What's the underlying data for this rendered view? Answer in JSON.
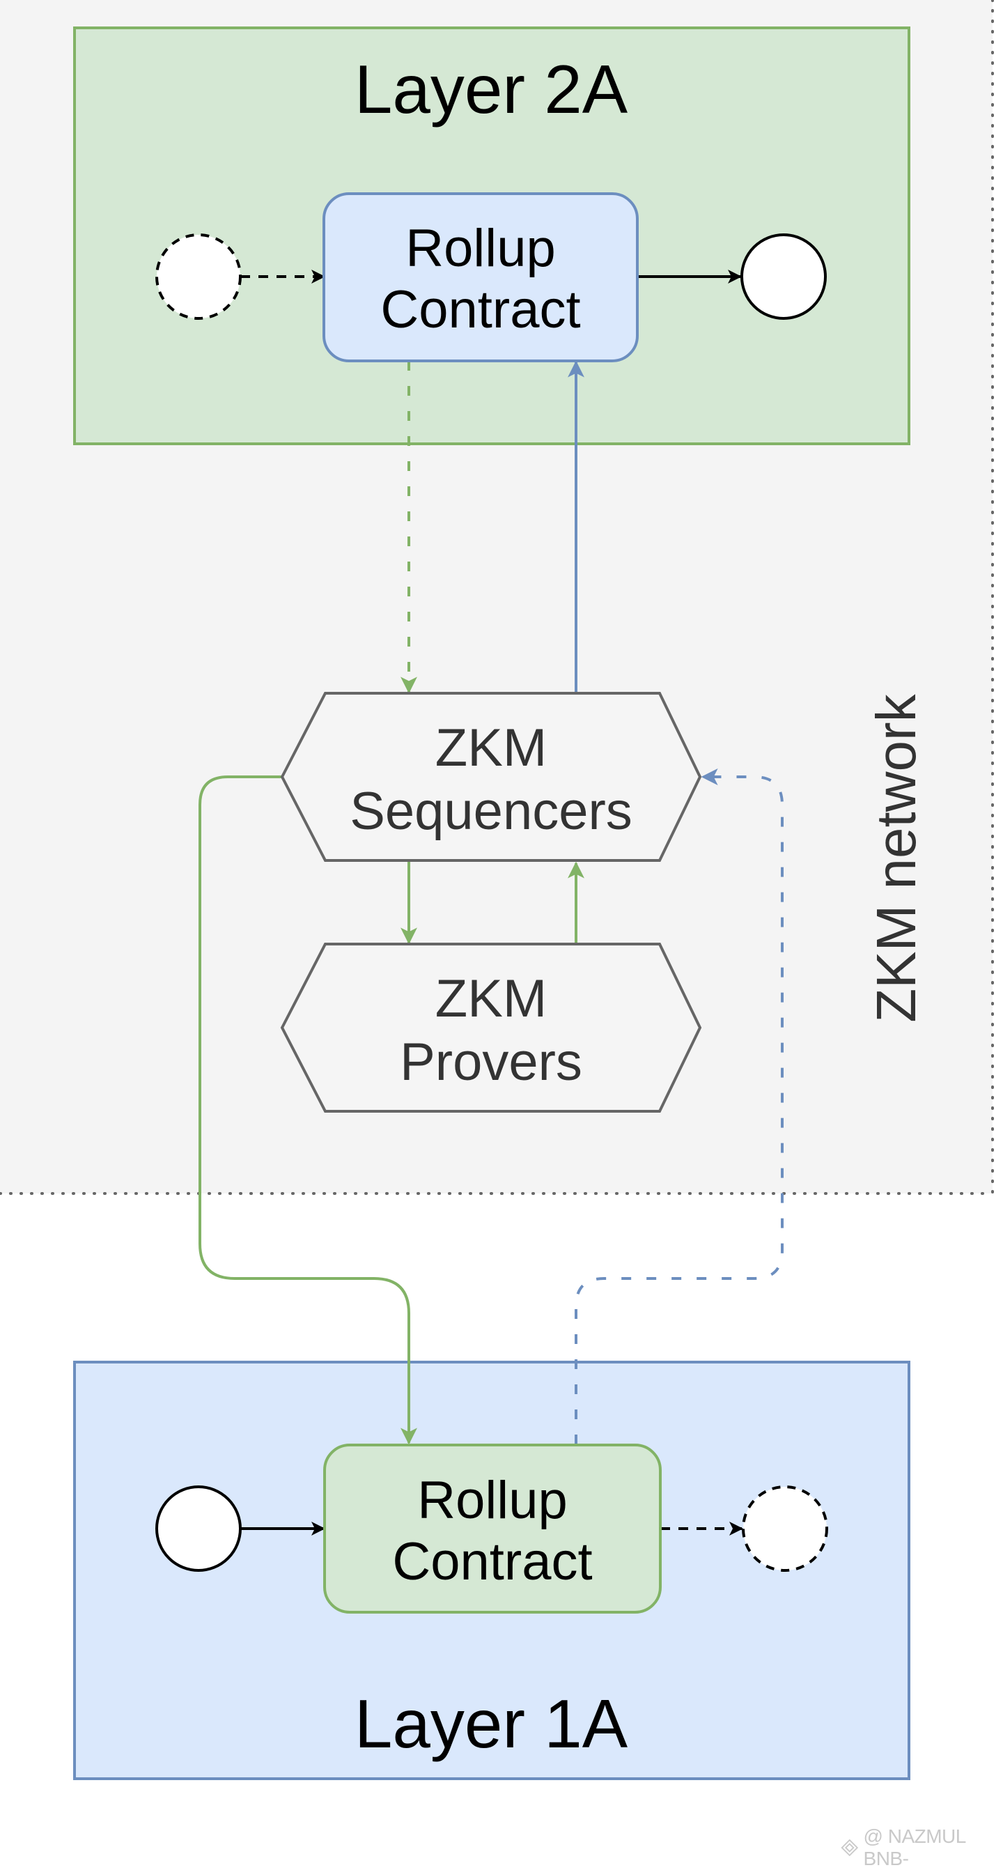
{
  "diagram": {
    "title": "ZKM network rollup architecture",
    "regions": {
      "zkm_network": {
        "label": "ZKM network",
        "border_style": "dotted",
        "fill": "#f4f4f4",
        "border": "#555555"
      }
    },
    "layers": [
      {
        "id": "layer2a",
        "label": "Layer 2A",
        "fill": "#d5e8d4",
        "border": "#82b366"
      },
      {
        "id": "layer1a",
        "label": "Layer 1A",
        "fill": "#dae8fc",
        "border": "#6c8ebf"
      }
    ],
    "nodes": [
      {
        "id": "rollup2a",
        "label_lines": [
          "Rollup",
          "Contract"
        ],
        "layer": "layer2a",
        "fill": "#dae8fc",
        "border": "#6c8ebf",
        "shape": "rounded-rect"
      },
      {
        "id": "rollup1a",
        "label_lines": [
          "Rollup",
          "Contract"
        ],
        "layer": "layer1a",
        "fill": "#d5e8d4",
        "border": "#82b366",
        "shape": "rounded-rect"
      },
      {
        "id": "sequencers",
        "label_lines": [
          "ZKM",
          "Sequencers"
        ],
        "shape": "hexagon",
        "fill": "#f5f5f5",
        "border": "#666666"
      },
      {
        "id": "provers",
        "label_lines": [
          "ZKM",
          "Provers"
        ],
        "shape": "hexagon",
        "fill": "#f5f5f5",
        "border": "#666666"
      },
      {
        "id": "l2a_in",
        "shape": "circle",
        "style": "dashed"
      },
      {
        "id": "l2a_out",
        "shape": "circle",
        "style": "solid"
      },
      {
        "id": "l1a_in",
        "shape": "circle",
        "style": "solid"
      },
      {
        "id": "l1a_out",
        "shape": "circle",
        "style": "dashed"
      }
    ],
    "edges": [
      {
        "from": "l2a_in",
        "to": "rollup2a",
        "style": "dashed",
        "color": "#000000"
      },
      {
        "from": "rollup2a",
        "to": "l2a_out",
        "style": "solid",
        "color": "#000000"
      },
      {
        "from": "rollup2a",
        "to": "sequencers",
        "style": "dashed",
        "color": "#82b366"
      },
      {
        "from": "sequencers",
        "to": "rollup2a",
        "style": "solid",
        "color": "#6c8ebf"
      },
      {
        "from": "sequencers",
        "to": "provers",
        "style": "solid",
        "color": "#82b366"
      },
      {
        "from": "provers",
        "to": "sequencers",
        "style": "solid",
        "color": "#82b366"
      },
      {
        "from": "sequencers",
        "to": "rollup1a",
        "style": "solid",
        "color": "#82b366"
      },
      {
        "from": "rollup1a",
        "to": "sequencers",
        "style": "dashed",
        "color": "#6c8ebf"
      },
      {
        "from": "l1a_in",
        "to": "rollup1a",
        "style": "solid",
        "color": "#000000"
      },
      {
        "from": "rollup1a",
        "to": "l1a_out",
        "style": "dashed",
        "color": "#000000"
      }
    ]
  },
  "watermark": {
    "text": "@ NAZMUL BNB-",
    "icon": "binance-diamond-icon"
  }
}
